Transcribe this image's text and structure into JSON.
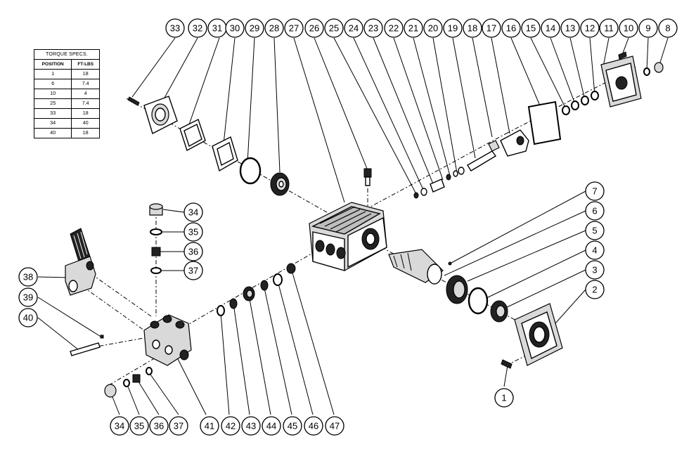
{
  "torque_table": {
    "title": "TORQUE SPECS.",
    "headers": [
      "POSITION",
      "FT-LBS"
    ],
    "rows": [
      [
        "1",
        "18"
      ],
      [
        "6",
        "7.4"
      ],
      [
        "10",
        "4"
      ],
      [
        "25",
        "7.4"
      ],
      [
        "33",
        "18"
      ],
      [
        "34",
        "40"
      ],
      [
        "40",
        "18"
      ]
    ]
  },
  "callouts": {
    "top_row": [
      "33",
      "32",
      "31",
      "30",
      "29",
      "28",
      "27",
      "26",
      "25",
      "24",
      "23",
      "22",
      "21",
      "20",
      "19",
      "18",
      "17",
      "16",
      "15",
      "14",
      "13",
      "12",
      "11",
      "10",
      "9",
      "8"
    ],
    "right_column": [
      "7",
      "6",
      "5",
      "4",
      "3",
      "2"
    ],
    "bottom_right": [
      "1"
    ],
    "valve_upper": [
      "34",
      "35",
      "36",
      "37"
    ],
    "valve_left": [
      "38",
      "39",
      "40"
    ],
    "bottom_row": [
      "34",
      "35",
      "36",
      "37",
      "41",
      "42",
      "43",
      "44",
      "45",
      "46",
      "47"
    ]
  }
}
